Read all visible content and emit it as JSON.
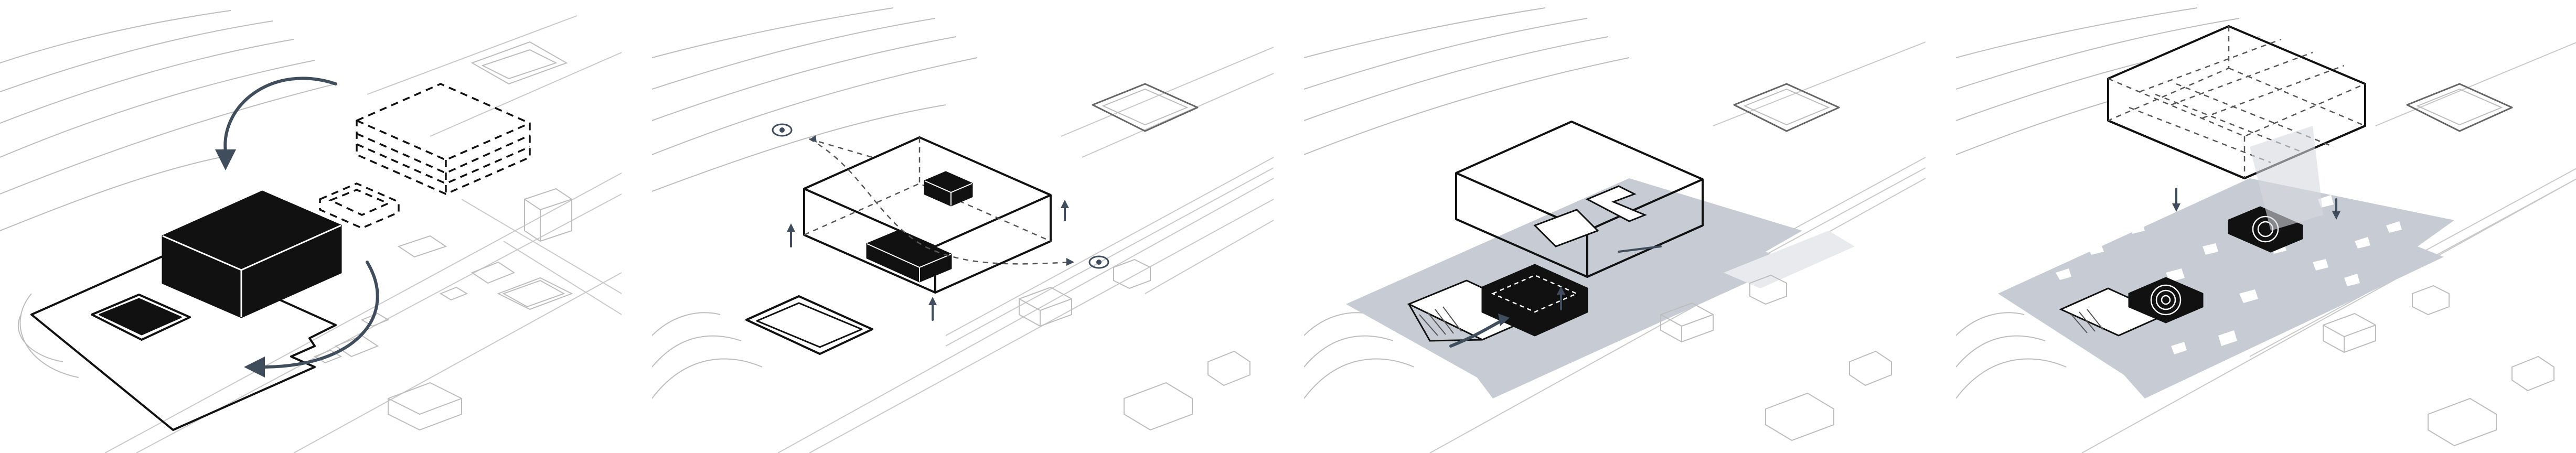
{
  "diagram": {
    "panels": [
      {
        "id": 1,
        "steps": [
          "relocate-volume",
          "site-courtyard",
          "context-buildings"
        ]
      },
      {
        "id": 2,
        "steps": [
          "transparent-volume",
          "view-axes",
          "entry-arrows",
          "sunken-court"
        ]
      },
      {
        "id": 3,
        "steps": [
          "plaza-surface",
          "ground-cut",
          "circulation"
        ]
      },
      {
        "id": 4,
        "steps": [
          "lifted-roof-grid",
          "landscape-islands",
          "sunken-courts"
        ]
      }
    ],
    "colors": {
      "ink": "#111111",
      "context": "#bdbdbd",
      "plaza": "#c7cbd3",
      "arrow": "#3f4d5c"
    },
    "icons": [
      "eye-icon",
      "curved-arrow-icon",
      "up-arrow-icon"
    ]
  }
}
